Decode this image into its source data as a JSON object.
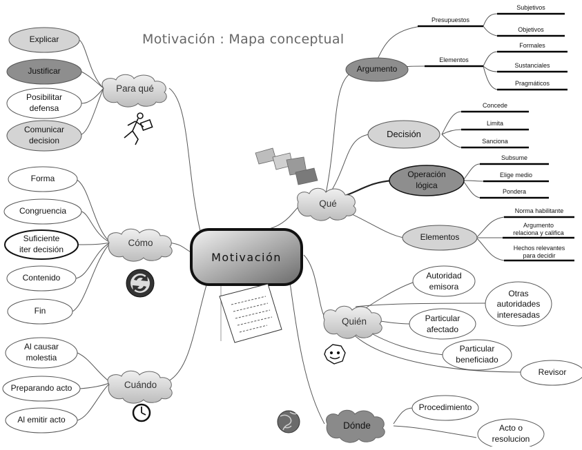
{
  "title": "Motivación :  Mapa conceptual",
  "center": "Motivación",
  "clouds": {
    "para_que": "Para qué",
    "como": "Cómo",
    "cuando": "Cuándo",
    "que": "Qué",
    "quien": "Quién",
    "donde": "Dónde"
  },
  "para_que_items": [
    "Explicar",
    "Justificar",
    "Posibilitar\ndefensa",
    "Comunicar\ndecision"
  ],
  "como_items": [
    "Forma",
    "Congruencia",
    "Suficiente\niter decisión",
    "Contenido",
    "Fin"
  ],
  "cuando_items": [
    "Al causar\nmolestia",
    "Preparando acto",
    "Al emitir acto"
  ],
  "que_branches": {
    "argumento": "Argumento",
    "decision": "Decisión",
    "operacion": "Operación\nlógica",
    "elementos": "Elementos"
  },
  "argumento_subs": {
    "presupuestos": "Presupuestos",
    "presupuestos_items": [
      "Subjetivos",
      "Objetivos"
    ],
    "elementos": "Elementos",
    "elementos_items": [
      "Formales",
      "Sustanciales",
      "Pragmáticos"
    ]
  },
  "decision_items": [
    "Concede",
    "Limita",
    "Sanciona"
  ],
  "operacion_items": [
    "Subsume",
    "Elige medio",
    "Pondera"
  ],
  "elementos_items": [
    "Norma habilitante",
    "Argumento\nrelaciona y califica",
    "Hechos relevantes\npara decidir"
  ],
  "quien_items": [
    "Autoridad\nemisora",
    "Otras\nautoridades\ninteresadas",
    "Particular\nafectado",
    "Particular\nbeneficiado",
    "Revisor"
  ],
  "donde_items": [
    "Procedimiento",
    "Acto o\nresolucion"
  ],
  "colors": {
    "dark_fill": "#8e8e8e",
    "light_fill": "#d4d4d4",
    "white_fill": "#ffffff",
    "line": "#555555",
    "bar": "#000000"
  }
}
